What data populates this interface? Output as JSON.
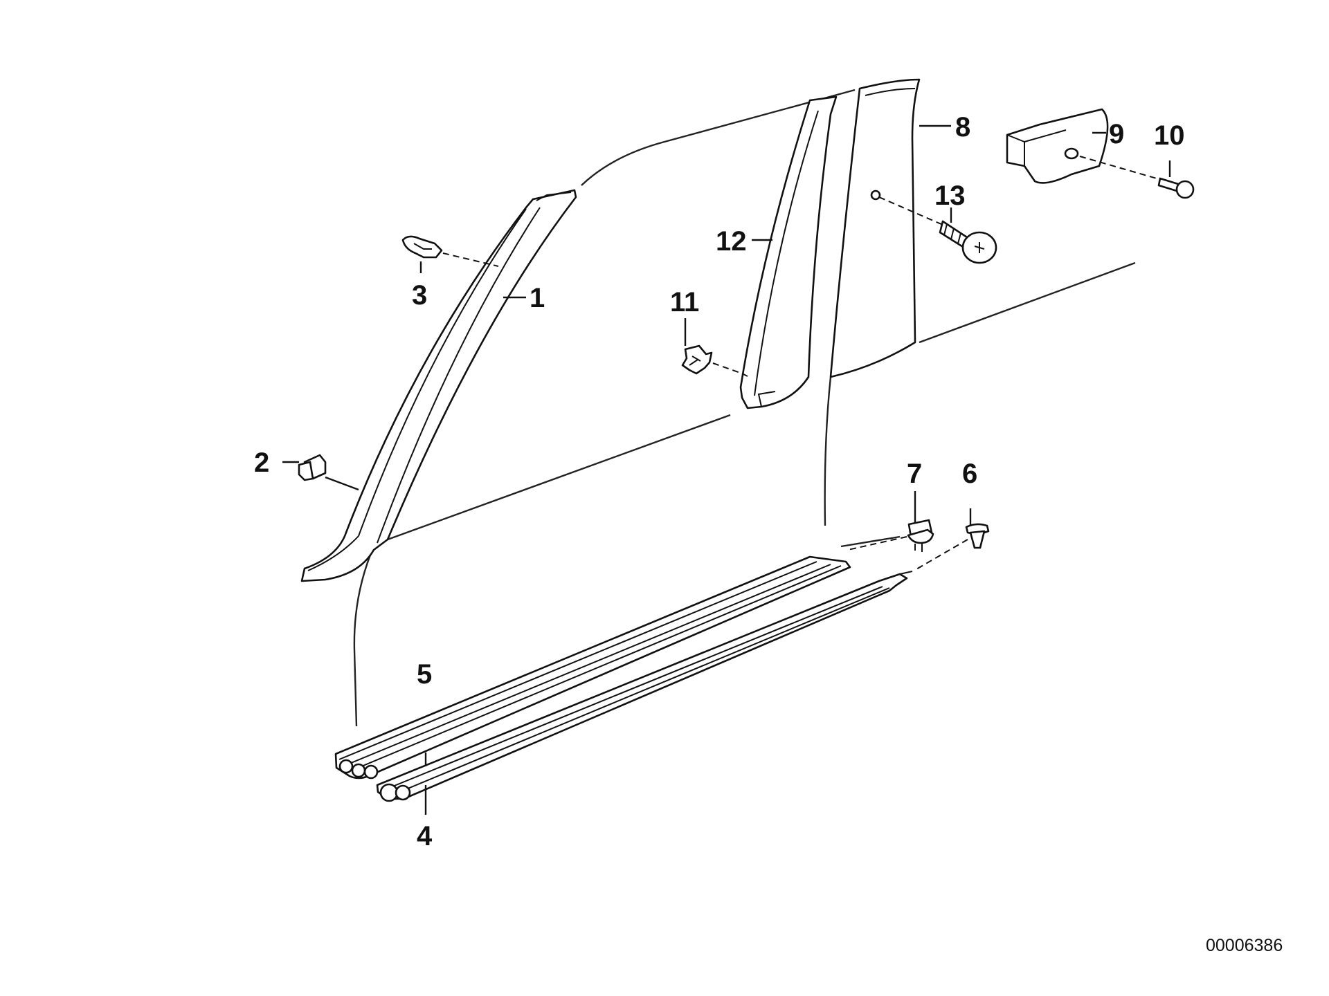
{
  "diagram": {
    "doc_id": "00006386",
    "callouts": [
      {
        "id": "1",
        "text": "1"
      },
      {
        "id": "2",
        "text": "2"
      },
      {
        "id": "3",
        "text": "3"
      },
      {
        "id": "4",
        "text": "4"
      },
      {
        "id": "5",
        "text": "5"
      },
      {
        "id": "6",
        "text": "6"
      },
      {
        "id": "7",
        "text": "7"
      },
      {
        "id": "8",
        "text": "8"
      },
      {
        "id": "9",
        "text": "9"
      },
      {
        "id": "10",
        "text": "10"
      },
      {
        "id": "11",
        "text": "11"
      },
      {
        "id": "12",
        "text": "12"
      },
      {
        "id": "13",
        "text": "13"
      }
    ]
  }
}
